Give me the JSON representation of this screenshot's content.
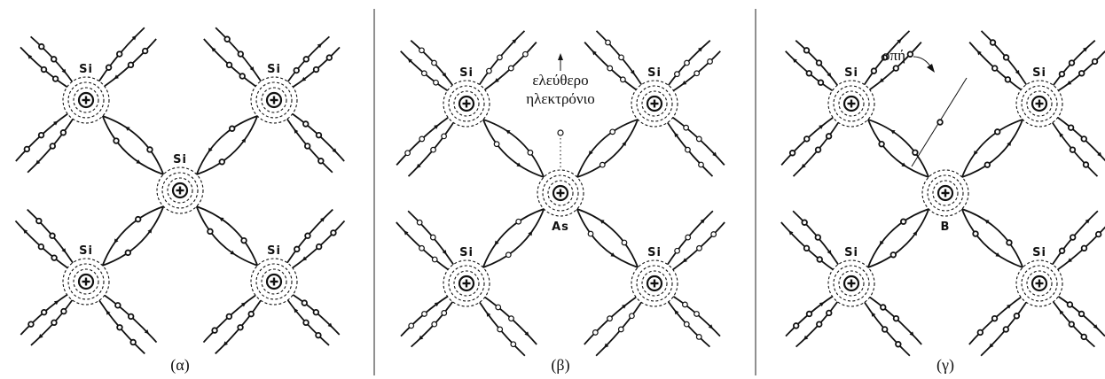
{
  "panels": [
    {
      "id": "a",
      "caption": "(α)",
      "center_atom": "Si",
      "corner_atoms": [
        "Si",
        "Si",
        "Si",
        "Si"
      ],
      "bond_electrons": "filled"
    },
    {
      "id": "b",
      "caption": "(β)",
      "center_atom": "As",
      "corner_atoms": [
        "Si",
        "Si",
        "Si",
        "Si"
      ],
      "bond_electrons": "open",
      "annotation_line1": "ελεύθερο",
      "annotation_line2": "ηλεκτρόνιο"
    },
    {
      "id": "c",
      "caption": "(γ)",
      "center_atom": "B",
      "corner_atoms": [
        "Si",
        "Si",
        "Si",
        "Si"
      ],
      "bond_electrons": "filled",
      "annotation_line1": "οπή"
    }
  ],
  "nucleus_symbol": "+"
}
